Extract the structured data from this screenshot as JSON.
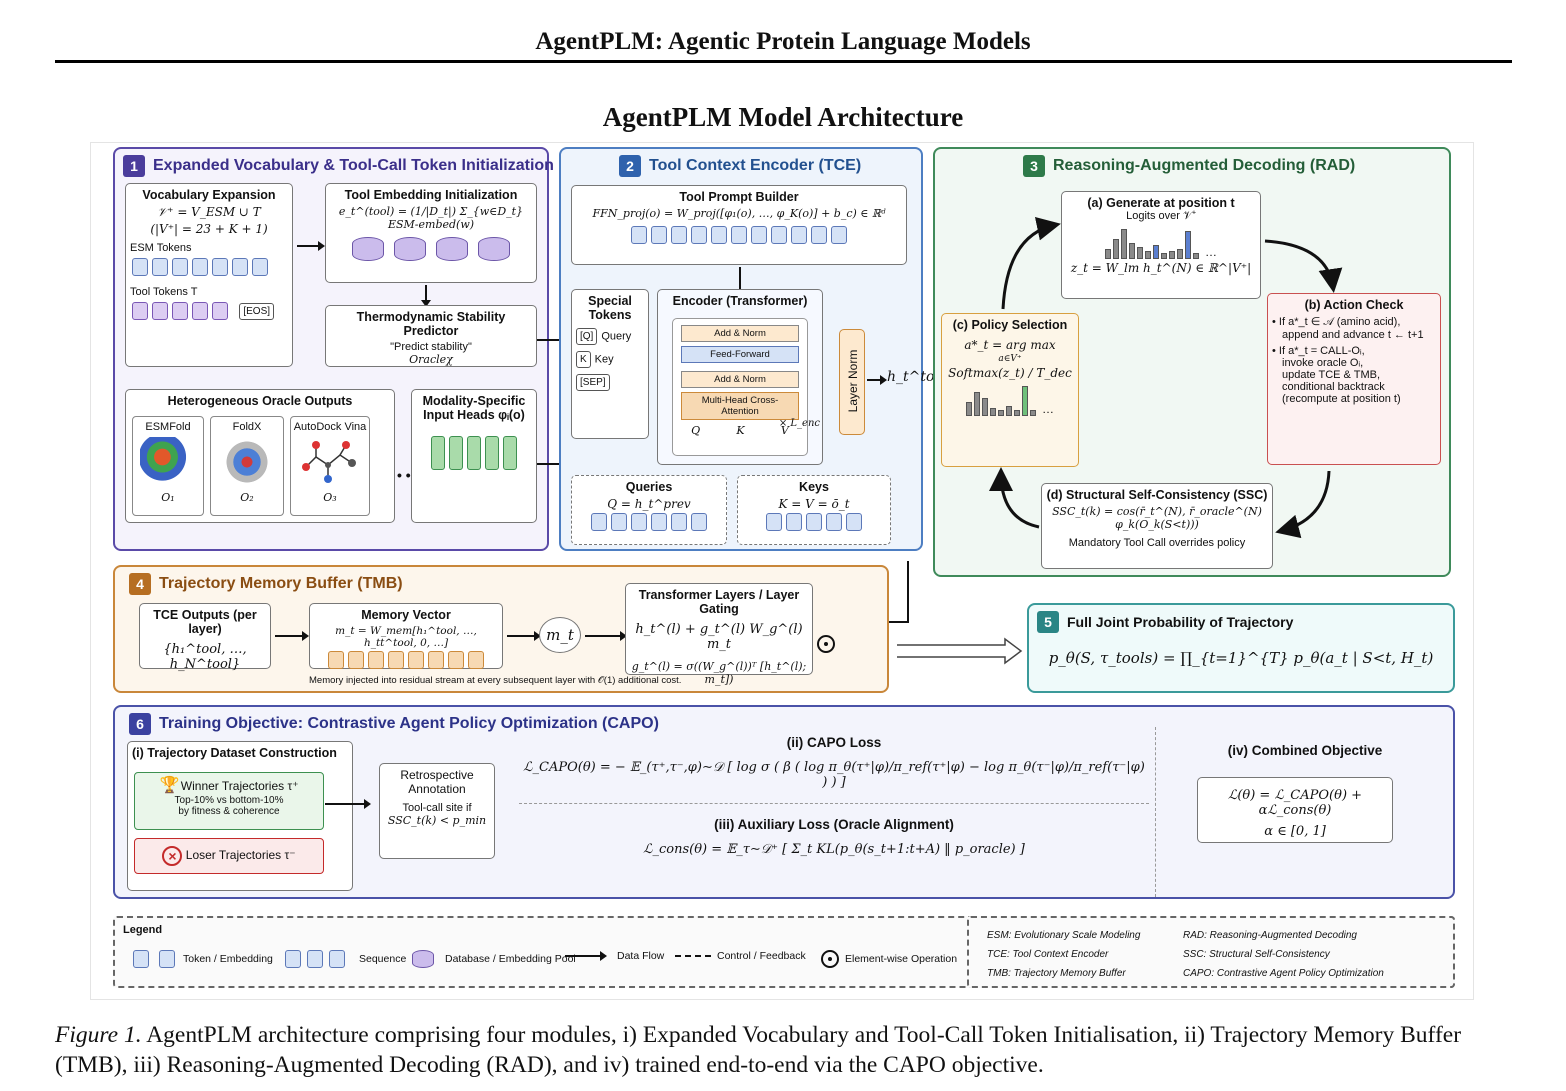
{
  "running_head": "AgentPLM: Agentic Protein Language Models",
  "figure_title": "AgentPLM Model Architecture",
  "mod1": {
    "num": "1",
    "title": "Expanded Vocabulary & Tool-Call Token Initialization",
    "vocab": {
      "title": "Vocabulary Expansion",
      "eq1": "𝒱⁺ = V_ESM ∪ T",
      "eq2": "(|V⁺| = 23 + K + 1)",
      "esm_label": "ESM Tokens",
      "tool_label": "Tool Tokens T",
      "eos": "[EOS]"
    },
    "tool_emb": {
      "title": "Tool Embedding Initialization",
      "eq": "e_t^(tool) = (1/|D_t|) Σ_{w∈D_t} ESM-embed(w)"
    },
    "thermo": {
      "title": "Thermodynamic Stability Predictor",
      "line1": "\"Predict stability\"",
      "line2": "Oracleχ"
    },
    "oracles": {
      "title": "Heterogeneous Oracle Outputs",
      "items": [
        {
          "name": "ESMFold",
          "sym": "O₁"
        },
        {
          "name": "FoldX",
          "sym": "O₂"
        },
        {
          "name": "AutoDock Vina",
          "sym": "O₃"
        }
      ],
      "ellipsis": "• • •"
    },
    "heads": {
      "title1": "Modality-Specific",
      "title2": "Input Heads φᵢ(o)"
    }
  },
  "mod2": {
    "num": "2",
    "title": "Tool Context Encoder (TCE)",
    "prompt": {
      "title": "Tool Prompt Builder",
      "eq": "FFN_proj(o) = W_proj([φ₁(o), …, φ_K(o)] + b_c) ∈ ℝᵈ"
    },
    "special": {
      "title1": "Special",
      "title2": "Tokens",
      "items": [
        {
          "tag": "[Q]",
          "label": "Query"
        },
        {
          "tag": "K",
          "label": "Key"
        },
        {
          "tag": "[SEP]",
          "label": ""
        }
      ]
    },
    "encoder": {
      "title": "Encoder (Transformer)",
      "layers": [
        "Add & Norm",
        "Feed-Forward",
        "Add & Norm",
        "Multi-Head Cross-Attention"
      ],
      "qkv": [
        "Q",
        "K",
        "V"
      ],
      "times": "× L_enc",
      "layer_norm": "Layer Norm",
      "output": "h_t^tool"
    },
    "queries": {
      "title": "Queries",
      "eq": "Q = h_t^prev"
    },
    "keys": {
      "title": "Keys",
      "eq": "K = V = ō_t"
    }
  },
  "mod3": {
    "num": "3",
    "title": "Reasoning-Augmented Decoding (RAD)",
    "a": {
      "title": "(a) Generate at position t",
      "sub": "Logits over 𝒱⁺",
      "eq": "z_t = W_lm h_t^(N) ∈ ℝ^|V⁺|",
      "dots": "…"
    },
    "b": {
      "title": "(b) Action Check",
      "l1": "• If a*_t ∈ 𝒜 (amino acid),",
      "l2": "append and advance t ← t+1",
      "l3": "• If a*_t = CALL-Oᵢ,",
      "l4": "invoke oracle Oᵢ,",
      "l5": "update TCE & TMB,",
      "l6": "conditional backtrack",
      "l7": "(recompute at position t)"
    },
    "c": {
      "title": "(c) Policy Selection",
      "eq1": "a*_t = arg max",
      "eq1b": "a∈V⁺",
      "eq2": "Softmax(z_t) / T_dec",
      "dots": "…"
    },
    "d": {
      "title": "(d) Structural Self-Consistency (SSC)",
      "eq": "SSC_t(k) = cos(r̄_t^(N), r̄_oracle^(N) φ_k(O_k(S<t)))",
      "note": "Mandatory Tool Call overrides policy"
    }
  },
  "mod4": {
    "num": "4",
    "title": "Trajectory Memory Buffer (TMB)",
    "tce": {
      "title": "TCE Outputs (per layer)",
      "eq": "{h₁^tool, …, h_N^tool}"
    },
    "mem": {
      "title": "Memory Vector",
      "eq": "m_t = W_mem[h₁^tool, …, h_tt^tool, 0, …]"
    },
    "mt": "m_t",
    "gate": {
      "title": "Transformer Layers / Layer Gating",
      "eq1": "h_t^(l) + g_t^(l) W_g^(l) m_t",
      "eq2": "g_t^(l) = σ((W_g^(l))ᵀ [h_t^(l); m_t])"
    },
    "note": "Memory injected into residual stream at every subsequent layer with 𝒪(1) additional cost."
  },
  "mod5": {
    "num": "5",
    "title": "Full Joint Probability of Trajectory",
    "eq": "p_θ(S, τ_tools) = ∏_{t=1}^{T} p_θ(a_t | S<t, H_t)"
  },
  "mod6": {
    "num": "6",
    "title": "Training Objective: Contrastive Agent Policy Optimization (CAPO)",
    "i": {
      "title": "(i) Trajectory Dataset Construction",
      "winner": "Winner Trajectories τ⁺",
      "winner_sub1": "Top-10% vs bottom-10%",
      "winner_sub2": "by fitness & coherence",
      "loser": "Loser Trajectories τ⁻",
      "retro1": "Retrospective",
      "retro2": "Annotation",
      "retro3": "Tool-call site if",
      "retro4": "SSC_t(k) < p_min"
    },
    "ii": {
      "title": "(ii) CAPO Loss",
      "eq": "ℒ_CAPO(θ) = − 𝔼_(τ⁺,τ⁻,φ)∼𝒟 [ log σ ( β ( log π_θ(τ⁺|φ)/π_ref(τ⁺|φ) − log π_θ(τ⁻|φ)/π_ref(τ⁻|φ) ) ) ]"
    },
    "iii": {
      "title": "(iii) Auxiliary Loss (Oracle Alignment)",
      "eq": "ℒ_cons(θ) = 𝔼_τ∼𝒟⁺ [ Σ_t KL(p_θ(s_t+1:t+A) ‖ p_oracle) ]"
    },
    "iv": {
      "title": "(iv) Combined Objective",
      "eq1": "ℒ(θ) = ℒ_CAPO(θ) + αℒ_cons(θ)",
      "eq2": "α ∈ [0, 1]"
    }
  },
  "legend": {
    "title": "Legend",
    "items": [
      "Token / Embedding",
      "Sequence",
      "Database / Embedding Pool",
      "Data Flow",
      "Control / Feedback",
      "Element-wise Operation"
    ],
    "abbr": [
      "ESM: Evolutionary Scale Modeling",
      "TCE: Tool Context Encoder",
      "TMB: Trajectory Memory Buffer",
      "RAD: Reasoning-Augmented Decoding",
      "SSC: Structural Self-Consistency",
      "CAPO: Contrastive Agent Policy Optimization"
    ]
  },
  "caption": {
    "label": "Figure 1.",
    "text": "AgentPLM architecture comprising four modules, i) Expanded Vocabulary and Tool-Call Token Initialisation, ii) Trajectory Memory Buffer (TMB), iii) Reasoning-Augmented Decoding (RAD), and iv) trained end-to-end via the CAPO objective."
  },
  "colors": {
    "mod1": "#5a4aa8",
    "mod2": "#4d7ec2",
    "mod3": "#3f8a5a",
    "mod4": "#c9873a",
    "mod5": "#3a9a9a",
    "mod6": "#4a52a8"
  }
}
